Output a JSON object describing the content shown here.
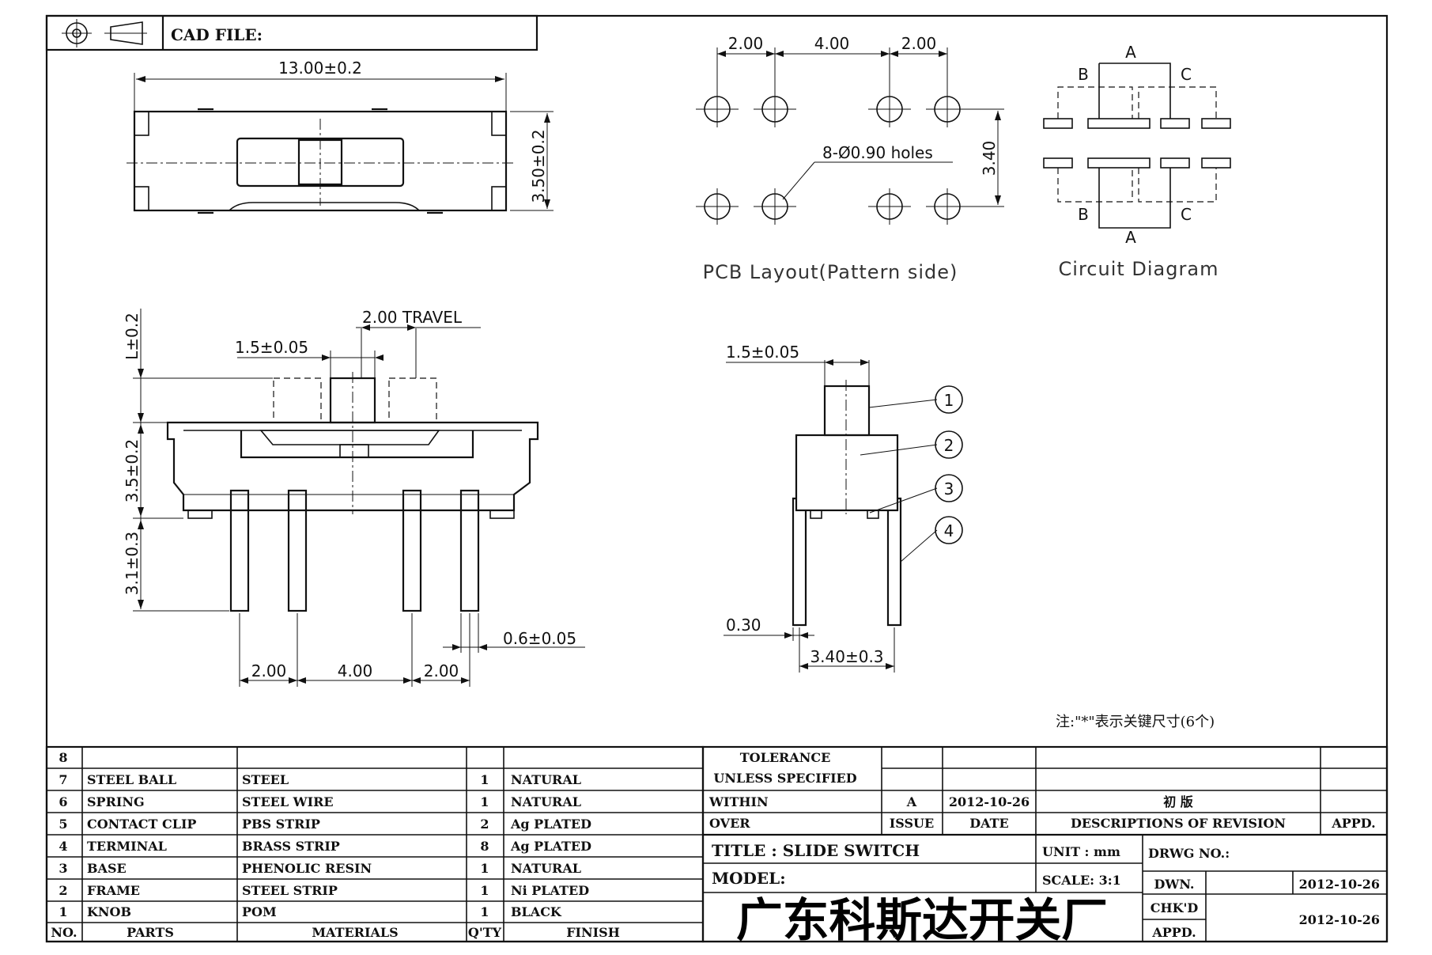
{
  "header": {
    "cad_file_label": "CAD FILE:"
  },
  "top_view": {
    "width_dim": "13.00±0.2",
    "height_dim": "3.50±0.2"
  },
  "pcb_layout": {
    "dims": [
      "2.00",
      "4.00",
      "2.00"
    ],
    "height_dim": "3.40",
    "holes_note": "8-Ø0.90 holes",
    "caption": "PCB Layout(Pattern side)"
  },
  "circuit": {
    "terminal_a": "A",
    "terminal_b": "B",
    "terminal_c": "C",
    "caption": "Circuit Diagram"
  },
  "side_view": {
    "travel": "2.00 TRAVEL",
    "knob_width": "1.5±0.05",
    "knob_height": "L±0.2",
    "body_height": "3.5±0.2",
    "pin_length": "3.1±0.3",
    "pin_width": "0.6±0.05",
    "bottom_dims": [
      "2.00",
      "4.00",
      "2.00"
    ]
  },
  "end_view": {
    "knob_width": "1.5±0.05",
    "pin_thickness": "0.30",
    "pin_spacing": "3.40±0.3",
    "callouts": [
      "1",
      "2",
      "3",
      "4"
    ]
  },
  "note": "注:\"*\"表示关键尺寸(6个)",
  "parts_table": {
    "headers": {
      "no": "NO.",
      "parts": "PARTS",
      "materials": "MATERIALS",
      "qty": "Q'TY",
      "finish": "FINISH"
    },
    "rows": [
      {
        "no": "8",
        "part": "",
        "material": "",
        "qty": "",
        "finish": ""
      },
      {
        "no": "7",
        "part": "STEEL BALL",
        "material": "STEEL",
        "qty": "1",
        "finish": "NATURAL"
      },
      {
        "no": "6",
        "part": "SPRING",
        "material": "STEEL WIRE",
        "qty": "1",
        "finish": "NATURAL"
      },
      {
        "no": "5",
        "part": "CONTACT CLIP",
        "material": "PBS STRIP",
        "qty": "2",
        "finish": "Ag PLATED"
      },
      {
        "no": "4",
        "part": "TERMINAL",
        "material": "BRASS STRIP",
        "qty": "8",
        "finish": "Ag PLATED"
      },
      {
        "no": "3",
        "part": "BASE",
        "material": "PHENOLIC RESIN",
        "qty": "1",
        "finish": "NATURAL"
      },
      {
        "no": "2",
        "part": "FRAME",
        "material": "STEEL STRIP",
        "qty": "1",
        "finish": "Ni PLATED"
      },
      {
        "no": "1",
        "part": "KNOB",
        "material": "POM",
        "qty": "1",
        "finish": "BLACK"
      }
    ]
  },
  "title_block": {
    "tolerance": "TOLERANCE",
    "unless": "UNLESS  SPECIFIED",
    "within": "WITHIN",
    "over": "OVER",
    "issue_val": "A",
    "date_val": "2012-10-26",
    "rev_val": "初 版",
    "issue_label": "ISSUE",
    "date_label": "DATE",
    "desc_label": "DESCRIPTIONS OF REVISION",
    "appd_label": "APPD.",
    "title": "TITLE : SLIDE SWITCH",
    "unit": "UNIT :  mm",
    "drwg_no": "DRWG NO.:",
    "model": "MODEL:",
    "scale": "SCALE:  3:1",
    "dwn_label": "DWN.",
    "dwn_date": "2012-10-26",
    "chkd_label": "CHK'D",
    "chkd_date": "2012-10-26",
    "appd2_label": "APPD.",
    "company": "广东科斯达开关厂"
  }
}
